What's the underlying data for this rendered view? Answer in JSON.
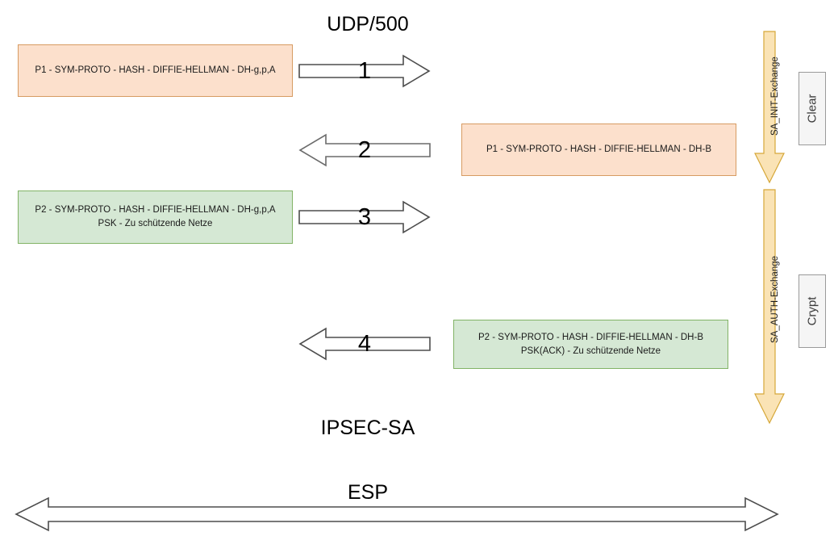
{
  "diagram": {
    "title_top": "UDP/500",
    "title_ipsec": "IPSEC-SA",
    "title_esp": "ESP",
    "colors": {
      "orange_fill": "#fce0cc",
      "orange_stroke": "#d79b62",
      "green_fill": "#d5e8d4",
      "green_stroke": "#82b366",
      "vertical_arrow_fill": "#fae3b5",
      "vertical_arrow_stroke": "#d6a839",
      "mode_fill": "#f5f5f5",
      "mode_stroke": "#9a9a9a",
      "arrow_stroke": "#4d4d4d"
    },
    "messages": [
      {
        "number": "1",
        "direction": "right",
        "side": "left",
        "style": "orange",
        "lines": [
          "P1 - SYM-PROTO - HASH - DIFFIE-HELLMAN - DH-g,p,A"
        ]
      },
      {
        "number": "2",
        "direction": "left",
        "side": "right",
        "style": "orange",
        "lines": [
          "P1 - SYM-PROTO - HASH - DIFFIE-HELLMAN - DH-B"
        ]
      },
      {
        "number": "3",
        "direction": "right",
        "side": "left",
        "style": "green",
        "lines": [
          "P2 - SYM-PROTO - HASH - DIFFIE-HELLMAN - DH-g,p,A",
          "PSK - Zu schützende Netze"
        ]
      },
      {
        "number": "4",
        "direction": "left",
        "side": "right",
        "style": "green",
        "lines": [
          "P2 - SYM-PROTO - HASH - DIFFIE-HELLMAN - DH-B",
          "PSK(ACK) - Zu schützende Netze"
        ]
      }
    ],
    "exchanges": [
      {
        "label": "SA_INIT-Exchange"
      },
      {
        "label": "SA_AUTH-Exchange"
      }
    ],
    "modes": [
      {
        "label": "Clear"
      },
      {
        "label": "Crypt"
      }
    ]
  }
}
